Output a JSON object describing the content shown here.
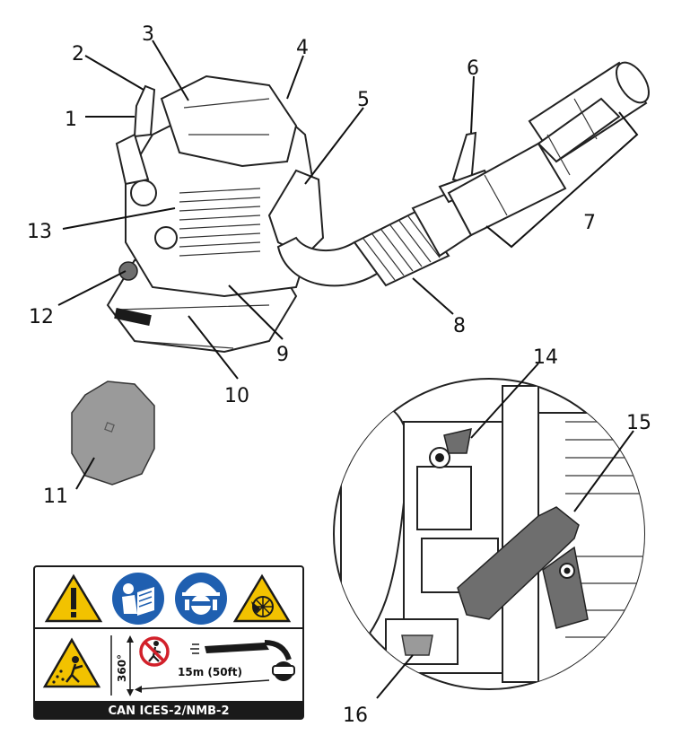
{
  "callouts": [
    {
      "id": "1",
      "text": "1"
    },
    {
      "id": "2",
      "text": "2"
    },
    {
      "id": "3",
      "text": "3"
    },
    {
      "id": "4",
      "text": "4"
    },
    {
      "id": "5",
      "text": "5"
    },
    {
      "id": "6",
      "text": "6"
    },
    {
      "id": "7",
      "text": "7"
    },
    {
      "id": "8",
      "text": "8"
    },
    {
      "id": "9",
      "text": "9"
    },
    {
      "id": "10",
      "text": "10"
    },
    {
      "id": "11",
      "text": "11"
    },
    {
      "id": "12",
      "text": "12"
    },
    {
      "id": "13",
      "text": "13"
    },
    {
      "id": "14",
      "text": "14"
    },
    {
      "id": "15",
      "text": "15"
    },
    {
      "id": "16",
      "text": "16"
    }
  ],
  "safety_label": {
    "distance": "15m (50ft)",
    "angle": "360°",
    "footer": "CAN ICES-2/NMB-2"
  },
  "colors": {
    "warning_yellow": "#f2c200",
    "mandatory_blue": "#1f5fb0",
    "prohibition_red": "#d2202a",
    "footer_black": "#1a1a1a"
  },
  "icons": [
    "warning-exclamation-icon",
    "read-manual-icon",
    "wear-protection-icon",
    "rotating-fan-warning-icon",
    "flying-debris-warning-icon",
    "no-bystanders-icon"
  ]
}
